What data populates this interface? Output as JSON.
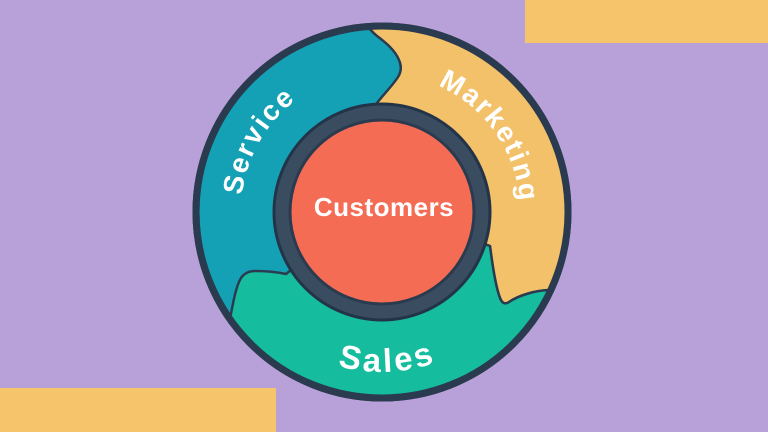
{
  "background": {
    "color": "#B8A0D9",
    "accent_color": "#F6C46A"
  },
  "diagram": {
    "type": "flywheel",
    "center_label": "Customers",
    "segments": [
      {
        "label": "Service",
        "color": "#14A1B5"
      },
      {
        "label": "Marketing",
        "color": "#F3C169"
      },
      {
        "label": "Sales",
        "color": "#15BD9E"
      }
    ],
    "hub_color": "#F56C55",
    "ring_color": "#394C60",
    "outline_color": "#2B3B4F",
    "label_color": "#FFFFFF"
  }
}
